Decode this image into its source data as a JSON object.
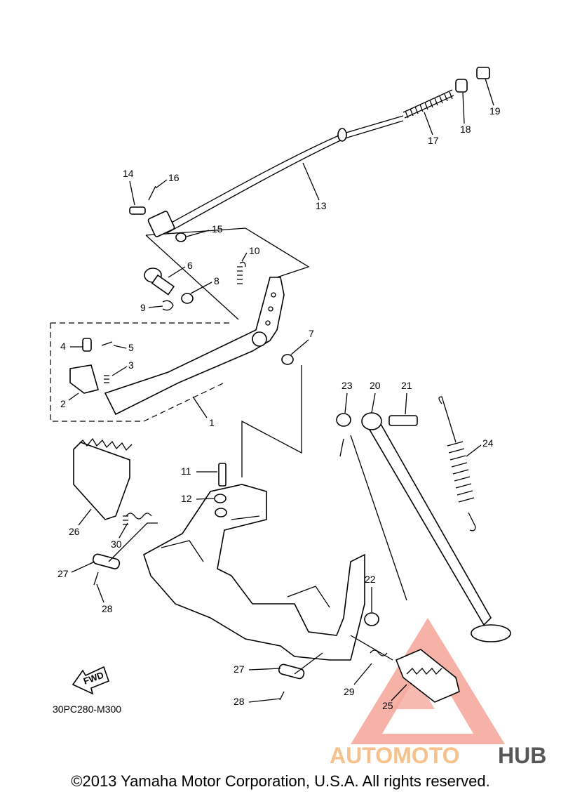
{
  "diagram": {
    "reference_code": "30PC280-M300",
    "fwd_label": "FWD",
    "part_numbers": [
      "1",
      "2",
      "3",
      "4",
      "5",
      "6",
      "7",
      "8",
      "9",
      "10",
      "11",
      "12",
      "13",
      "14",
      "15",
      "16",
      "17",
      "18",
      "19",
      "20",
      "21",
      "22",
      "23",
      "24",
      "25",
      "26",
      "27",
      "28",
      "29",
      "30"
    ],
    "secondary_labels": {
      "27b": "27",
      "28b": "28"
    }
  },
  "watermark": {
    "brand_part1": "AUTOMOTO",
    "brand_part2": "HUB",
    "color_primary": "#f07b6b",
    "color_secondary": "#3a3a3a",
    "color_accent": "#f5c27a"
  },
  "footer": {
    "copyright": "©2013 Yamaha Motor Corporation, U.S.A. All rights reserved."
  }
}
